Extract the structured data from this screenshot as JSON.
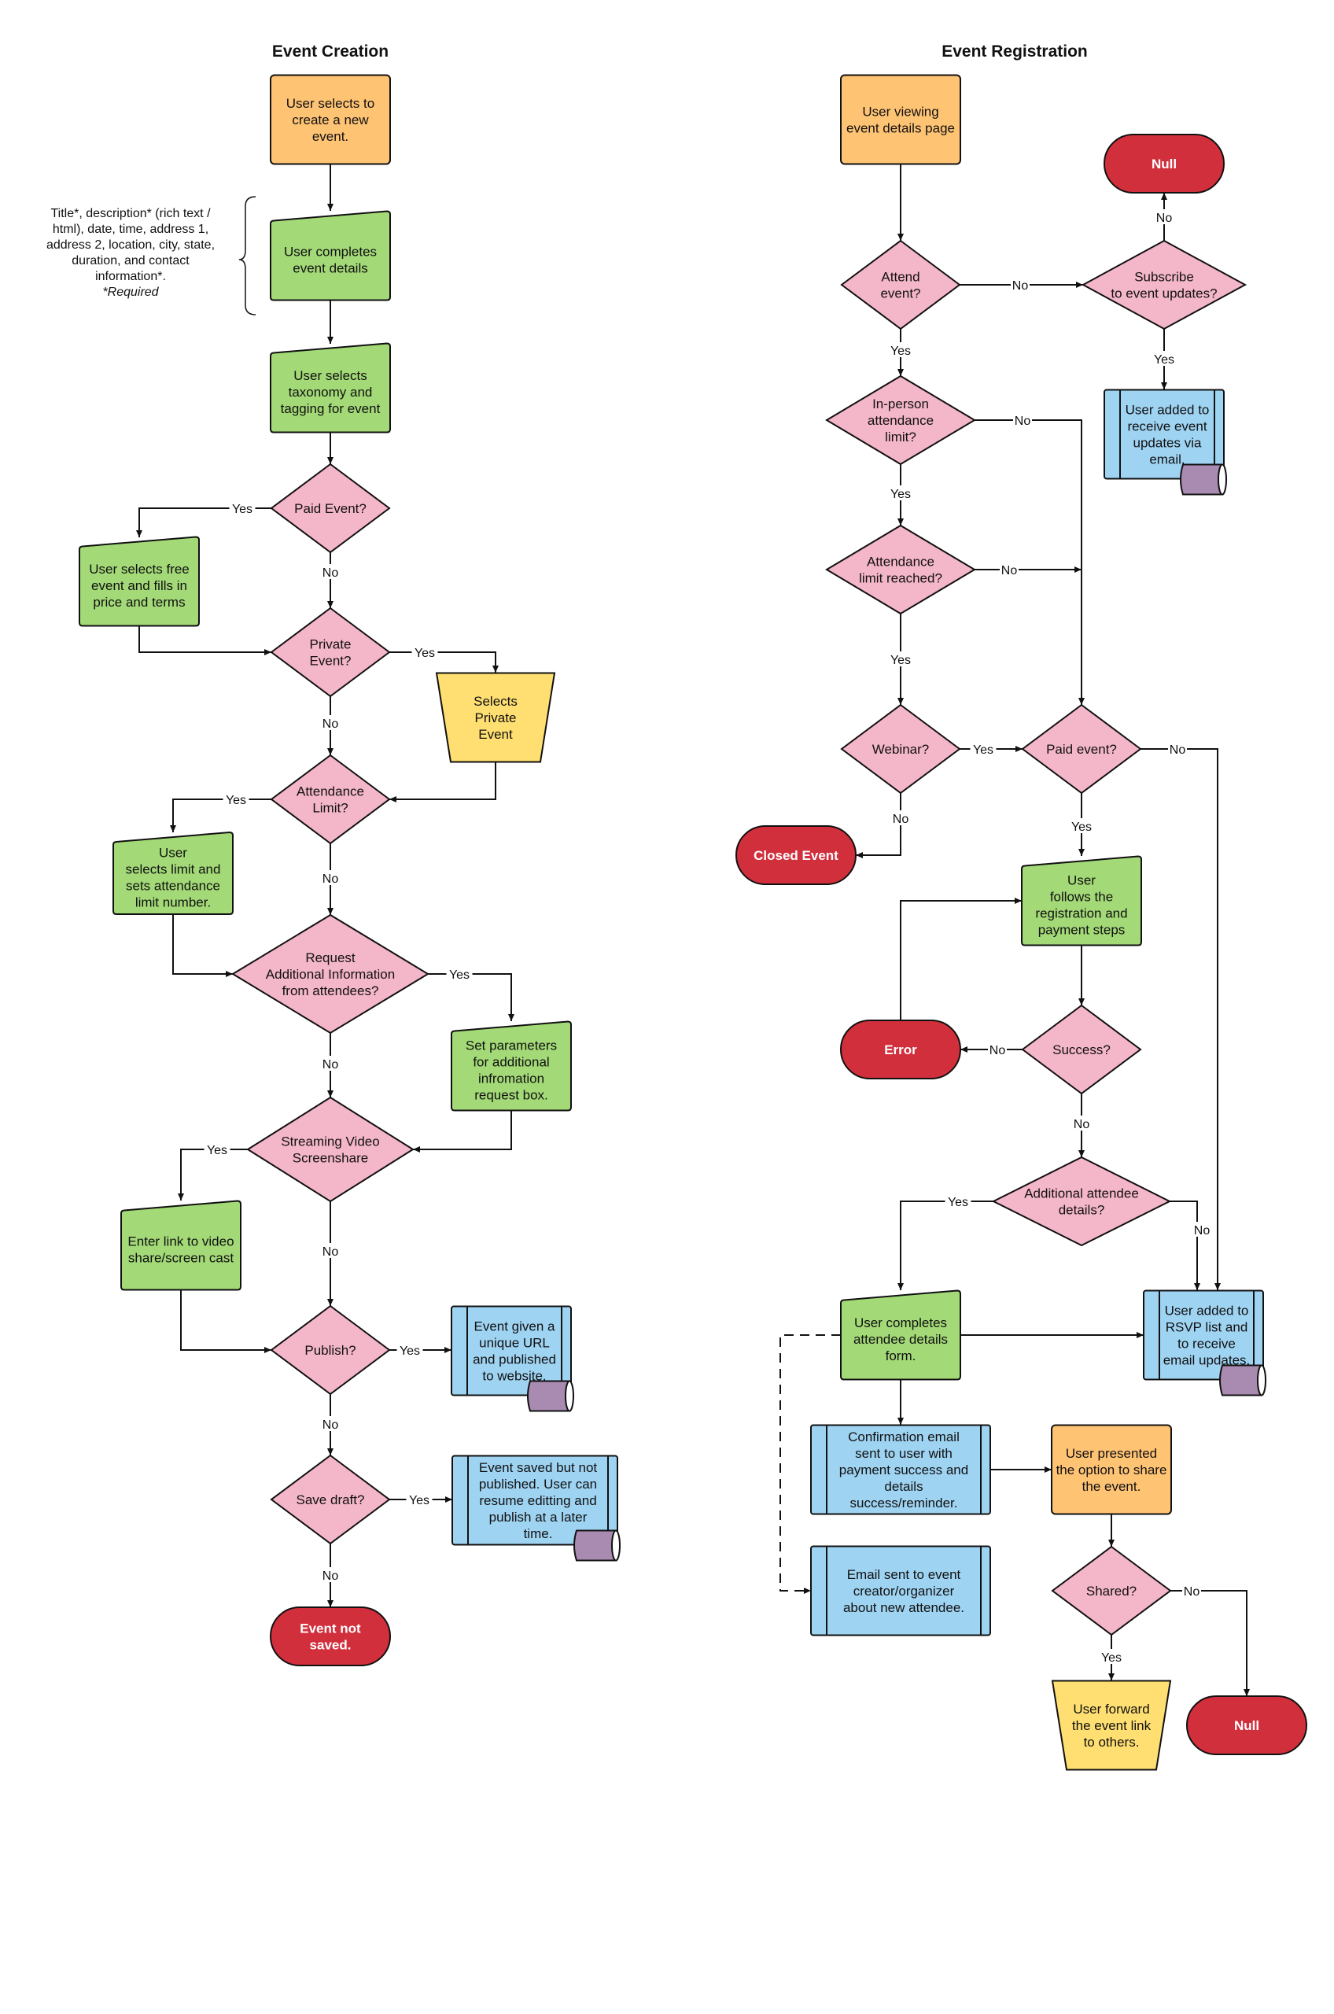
{
  "titles": {
    "left": "Event Creation",
    "right": "Event Registration"
  },
  "note": {
    "lines": [
      "Title*, description* (rich text /",
      "html), date, time, address 1,",
      "address 2, location, city, state,",
      "duration, and contact",
      "information*."
    ],
    "required": "*Required"
  },
  "colors": {
    "orange": "#ffc374",
    "green": "#a3d977",
    "pink": "#f4b6c9",
    "blue": "#9fd3f2",
    "yellow": "#ffdf71",
    "red": "#d22f3d",
    "purple": "#a98bb1"
  },
  "nodes": {
    "n1": [
      "User selects to",
      "create a new",
      "event."
    ],
    "n2": [
      "User completes",
      "event details"
    ],
    "n3": [
      "User selects",
      "taxonomy and",
      "tagging for event"
    ],
    "d_paid": [
      "Paid Event?"
    ],
    "n_free": [
      "User selects free",
      "event and fills in",
      "price and terms"
    ],
    "d_private": [
      "Private",
      "Event?"
    ],
    "n_selpriv": [
      "Selects",
      "Private",
      "Event"
    ],
    "d_att": [
      "Attendance",
      "Limit?"
    ],
    "n_limit": [
      "User",
      "selects limit and",
      "sets attendance",
      "limit number."
    ],
    "d_req": [
      "Request",
      "Additional Information",
      "from attendees?"
    ],
    "n_params": [
      "Set parameters",
      "for additional",
      "infromation",
      "request box."
    ],
    "d_stream": [
      "Streaming Video",
      "Screenshare"
    ],
    "n_link": [
      "Enter link to video",
      "share/screen cast"
    ],
    "d_publish": [
      "Publish?"
    ],
    "n_published": [
      "Event given a",
      "unique URL",
      "and published",
      "to website."
    ],
    "d_save": [
      "Save draft?"
    ],
    "n_draft": [
      "Event saved but not",
      "published. User can",
      "resume editting and",
      "publish at a later",
      "time."
    ],
    "n_notsaved": [
      "Event not",
      "saved."
    ],
    "r1": [
      "User viewing",
      "event details page"
    ],
    "r_attend": [
      "Attend",
      "event?"
    ],
    "r_subscribe": [
      "Subscribe",
      "to event updates?"
    ],
    "r_null1": [
      "Null"
    ],
    "r_updates": [
      "User added to",
      "receive event",
      "updates via",
      "email."
    ],
    "r_inperson": [
      "In-person",
      "attendance",
      "limit?"
    ],
    "r_reached": [
      "Attendance",
      "limit reached?"
    ],
    "r_webinar": [
      "Webinar?"
    ],
    "r_paid": [
      "Paid event?"
    ],
    "r_closed": [
      "Closed Event"
    ],
    "r_follows": [
      "User",
      "follows the",
      "registration and",
      "payment steps"
    ],
    "r_success": [
      "Success?"
    ],
    "r_error": [
      "Error"
    ],
    "r_additional": [
      "Additional attendee",
      "details?"
    ],
    "r_completes": [
      "User completes",
      "attendee details",
      "form."
    ],
    "r_rsvp": [
      "User added to",
      "RSVP list and",
      "to receive",
      "email updates."
    ],
    "r_confirm": [
      "Confirmation email",
      "sent to user with",
      "payment success and",
      "details",
      "success/reminder."
    ],
    "r_presented": [
      "User presented",
      "the option to share",
      "the event."
    ],
    "r_emailorg": [
      "Email sent to event",
      "creator/organizer",
      "about new attendee."
    ],
    "r_shared": [
      "Shared?"
    ],
    "r_forward": [
      "User forward",
      "the event link",
      "to others."
    ],
    "r_null2": [
      "Null"
    ]
  },
  "edges": {
    "yes": "Yes",
    "no": "No"
  }
}
